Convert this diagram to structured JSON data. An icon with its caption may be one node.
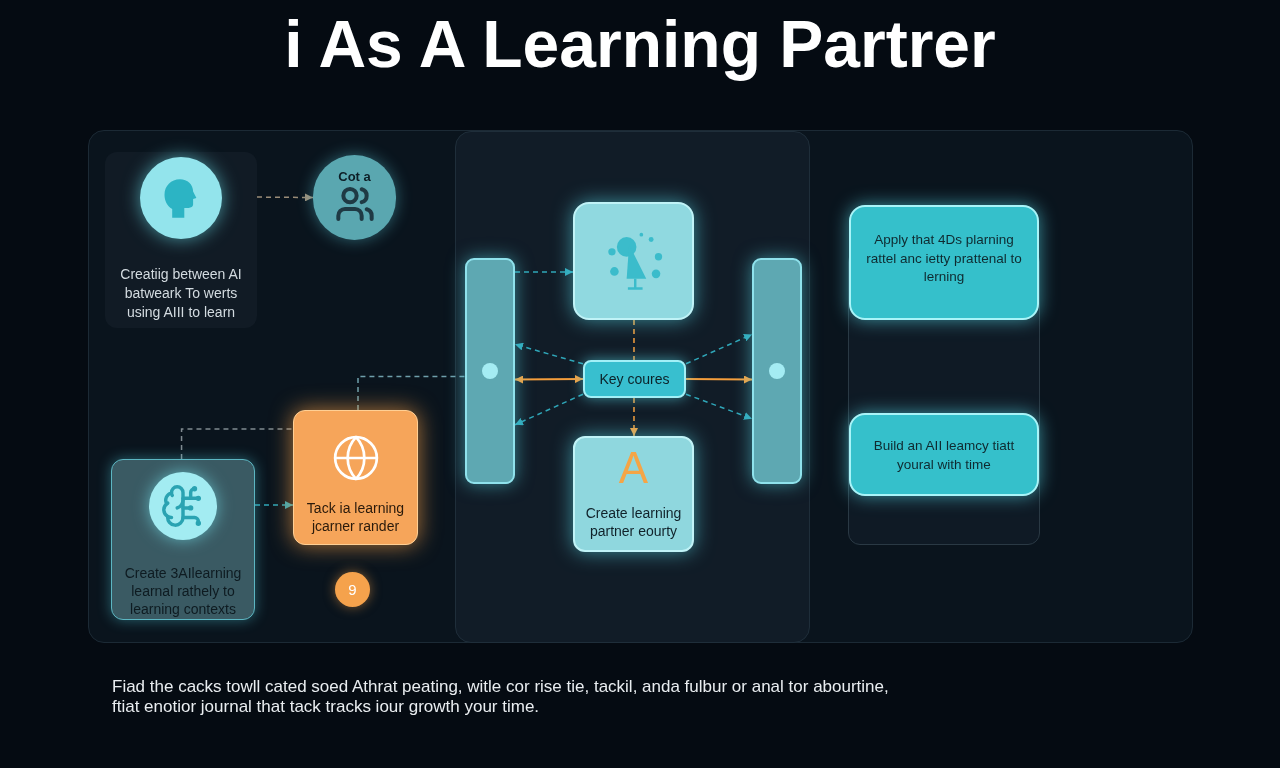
{
  "diagram": {
    "title": "i As A Learning Partrer",
    "caption": "Fiad the cacks towll cated soed Athrat peating, witle cor rise tie, tackil, anda fulbur or anal tor abourtine, ftiat enotior journal that tack tracks iour growth your time.",
    "nodes": [
      {
        "text": [
          "Creatiig between AI batweark To werts using AIII to learn"
        ]
      },
      {
        "text": [
          "Cot a"
        ]
      },
      {
        "text": [
          "Create 3AIlearning learnal rathely to learning contexts"
        ]
      },
      {
        "text": [
          "Tack ia learning jcarner rander"
        ]
      },
      {
        "text": [
          "9"
        ]
      },
      {
        "text": [],
        "shape": "bar"
      },
      {
        "text": [],
        "shape": "box"
      },
      {
        "text": [
          "Key coures"
        ]
      },
      {
        "text": [
          "A",
          "Create learning partner eourty"
        ]
      },
      {
        "text": [],
        "shape": "bar"
      },
      {
        "text": [
          "Apply that 4Ds plarning rattel anc ietty prattenal to lerning"
        ]
      },
      {
        "text": [
          "Build an AII leamcy tiatt youral with time"
        ]
      }
    ],
    "edges": [
      {
        "from": 0,
        "to": 1,
        "arrow": "to",
        "style": "dashed",
        "color": "#9a8c78"
      },
      {
        "from": 2,
        "to": 3,
        "arrow": "to",
        "style": "dashed"
      },
      {
        "from": 2,
        "to": 3,
        "arrow": "none",
        "style": "dashed",
        "color": "#808a90"
      },
      {
        "from": 3,
        "to": 5,
        "arrow": "none",
        "style": "dashed",
        "color": "#6f9fab"
      },
      {
        "from": 5,
        "to": 6,
        "arrow": "to",
        "style": "dashed"
      },
      {
        "from": 5,
        "to": 7,
        "arrow": "both",
        "color": "#f59e3c"
      },
      {
        "from": 7,
        "to": 5,
        "arrow": "to",
        "style": "dashed"
      },
      {
        "from": 7,
        "to": 5,
        "arrow": "to",
        "style": "dashed"
      },
      {
        "from": 6,
        "to": 7,
        "arrow": "none",
        "style": "dashed",
        "color": "#f59e3c"
      },
      {
        "from": 7,
        "to": 8,
        "arrow": "to",
        "style": "dashed",
        "color": "#f59e3c"
      },
      {
        "from": 7,
        "to": 9,
        "arrow": "to",
        "color": "#f59e3c"
      },
      {
        "from": 7,
        "to": 9,
        "arrow": "to",
        "style": "dashed"
      },
      {
        "from": 7,
        "to": 9,
        "arrow": "to",
        "style": "dashed"
      }
    ]
  }
}
